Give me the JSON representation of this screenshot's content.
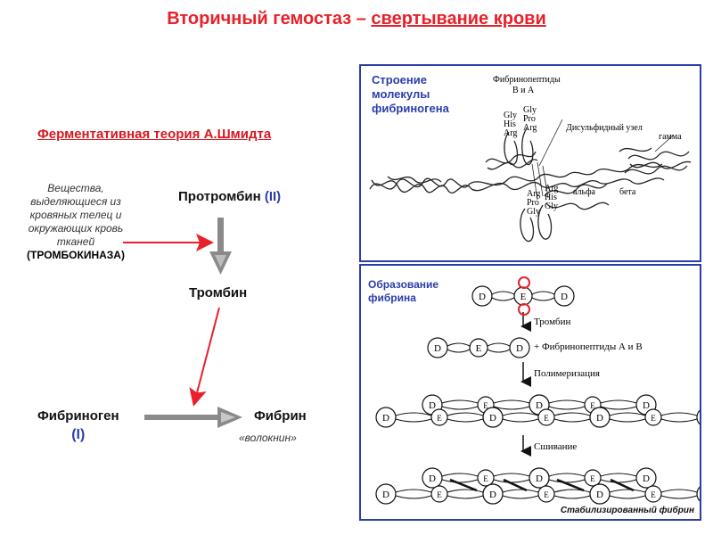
{
  "title": {
    "part1": "Вторичный гемостаз – ",
    "part2": "свертывание крови"
  },
  "theory_title": "Ферментативная теория А.Шмидта",
  "substances": {
    "text": "Вещества, выделяющиеся из кровяных телец и окружающих кровь тканей",
    "name": "(ТРОМБОКИНАЗА)"
  },
  "prothrombin": {
    "name": "Протромбин ",
    "number": "(II)"
  },
  "thrombin": "Тромбин",
  "fibrinogen": {
    "name": "Фибриноген",
    "number": "(I)"
  },
  "fibrin": {
    "name": "Фибрин",
    "sub": "«волокнин»"
  },
  "structure_panel": {
    "label": "Строение молекулы фибриногена",
    "fibrinopeptides": "Фибринопептиды",
    "b_and_a": "В и А",
    "disulfide": "Дисульфидный узел",
    "gamma": "гамма",
    "alpha": "альфа",
    "beta": "бета",
    "seq_top": [
      "Gly",
      "His",
      "Arg"
    ],
    "seq_top2": [
      "Gly",
      "Pro",
      "Arg"
    ],
    "seq_bot": [
      "Arg",
      "Pro",
      "Gly"
    ],
    "seq_bot2": [
      "Arg",
      "His",
      "Gly"
    ]
  },
  "formation_panel": {
    "label": "Образование фибрина",
    "thrombin": "Тромбин",
    "plus_peptides": "+ Фибринопептиды А и В",
    "polymerization": "Полимеризация",
    "crosslinking": "Сшивание",
    "stabilized": "Стабилизированный фибрин",
    "d": "D",
    "e": "E"
  },
  "colors": {
    "red": "#e8202a",
    "blue": "#2b3ea8",
    "gray": "#8a8a8a"
  }
}
